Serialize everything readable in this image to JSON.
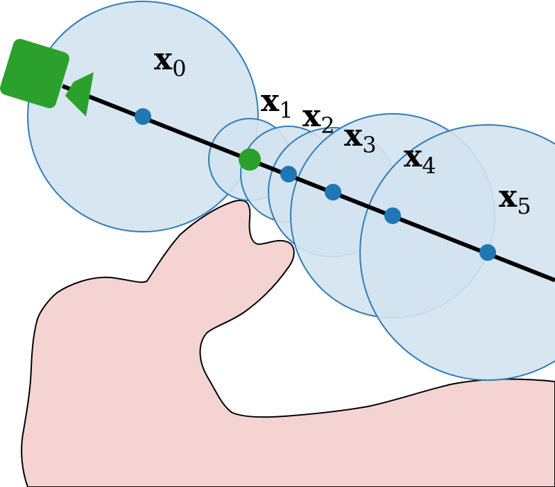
{
  "colors": {
    "circle_fill": "#d3e3f0",
    "circle_stroke": "#2d7cb9",
    "point": "#1f77b4",
    "camera": "#2ca02c",
    "hit_point": "#2ca02c",
    "ray": "#000000",
    "hand_fill": "#f5d3d3",
    "hand_stroke": "#000000"
  },
  "icons": {
    "camera": "camera-icon"
  },
  "samples": [
    {
      "id": "x0",
      "label_main": "x",
      "label_sub": "0"
    },
    {
      "id": "x1",
      "label_main": "x",
      "label_sub": "1"
    },
    {
      "id": "x2",
      "label_main": "x",
      "label_sub": "2"
    },
    {
      "id": "x3",
      "label_main": "x",
      "label_sub": "3"
    },
    {
      "id": "x4",
      "label_main": "x",
      "label_sub": "4"
    },
    {
      "id": "x5",
      "label_main": "x",
      "label_sub": "5"
    }
  ]
}
